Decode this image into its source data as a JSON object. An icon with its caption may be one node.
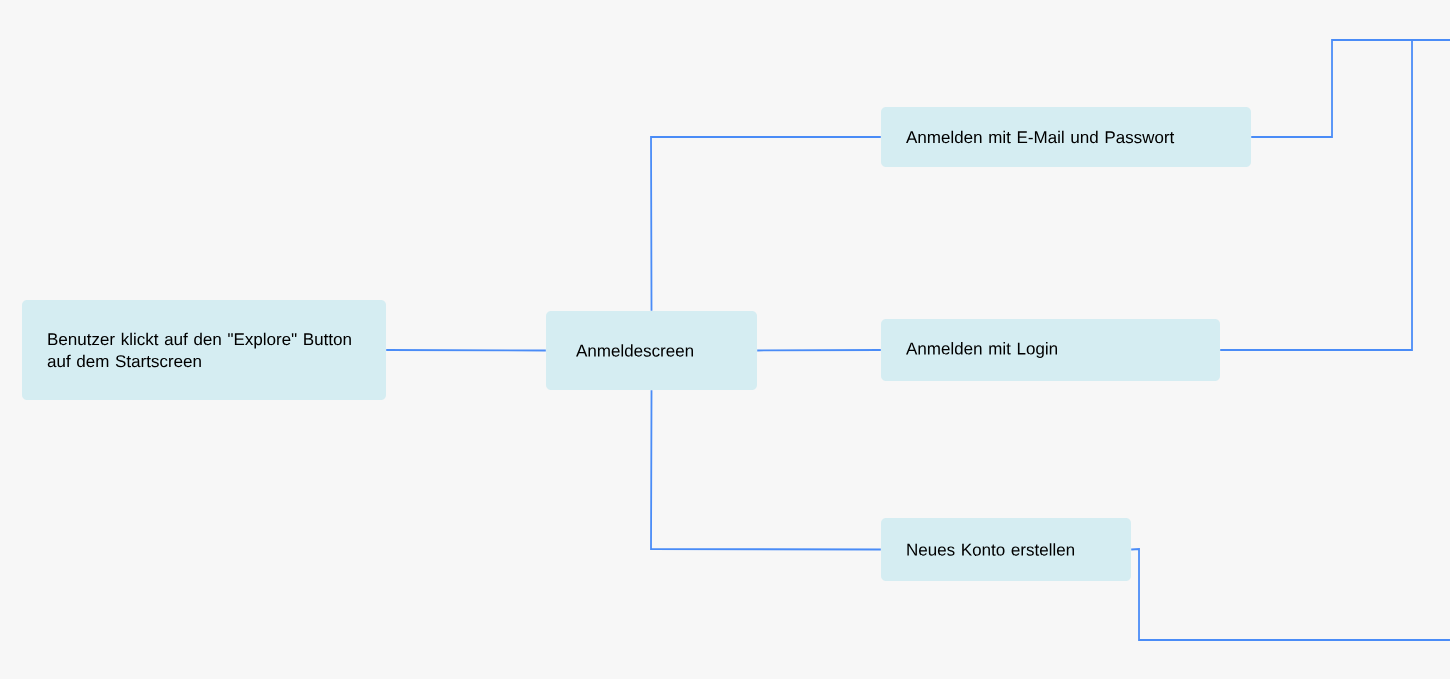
{
  "diagram": {
    "nodes": [
      {
        "text": [
          "Benutzer klickt auf den \"Explore\" Button auf dem Startscreen"
        ]
      },
      {
        "text": [
          "Anmeldescreen"
        ]
      },
      {
        "text": [
          "Anmelden mit E-Mail und Passwort"
        ]
      },
      {
        "text": [
          "Anmelden mit Login"
        ]
      },
      {
        "text": [
          "Neues Konto erstellen"
        ]
      }
    ],
    "edges": [
      {
        "from": 0,
        "to": 1,
        "arrow": "none"
      },
      {
        "from": 1,
        "to": 2,
        "arrow": "none"
      },
      {
        "from": 1,
        "to": 3,
        "arrow": "none"
      },
      {
        "from": 1,
        "to": 4,
        "arrow": "none"
      },
      {
        "from": 2,
        "to": null,
        "arrow": "none"
      },
      {
        "from": 3,
        "to": null,
        "arrow": "none"
      },
      {
        "from": 4,
        "to": null,
        "arrow": "none"
      }
    ]
  }
}
